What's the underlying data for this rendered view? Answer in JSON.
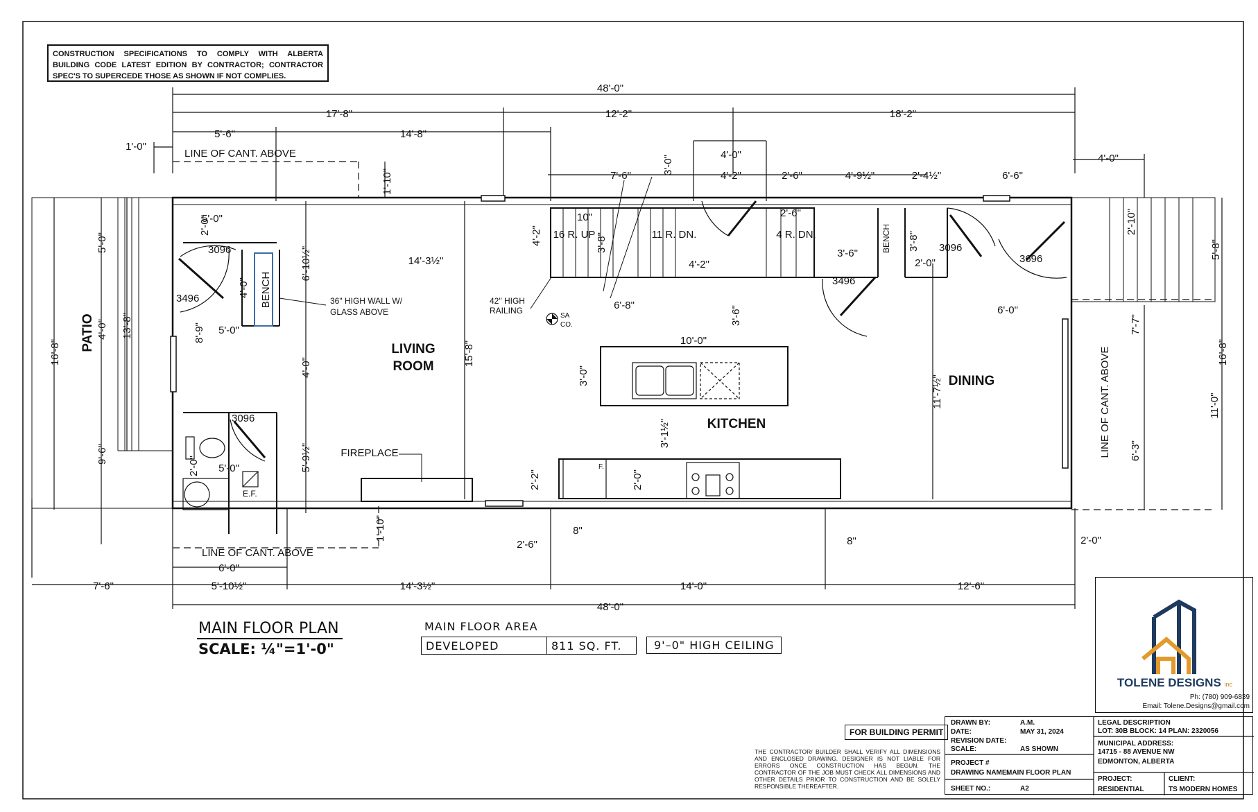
{
  "notes": {
    "specifications": "CONSTRUCTION SPECIFICATIONS TO COMPLY WITH ALBERTA BUILDING CODE LATEST EDITION BY CONTRACTOR; CONTRACTOR SPEC'S TO SUPERCEDE THOSE AS SHOWN IF NOT COMPLIES."
  },
  "dimensions": {
    "overall_top": "48'-0\"",
    "top_row_1": [
      "17'-8\"",
      "12'-2\"",
      "18'-2\""
    ],
    "top_row_2": [
      "5'-6\"",
      "14'-8\""
    ],
    "top_left": "1'-0\"",
    "cantilever_top": "1'-10\"",
    "stair_row": [
      "7'-6\"",
      "3'-0\"",
      "4'-2\"",
      "2'-6\"",
      "4'-9½\"",
      "2'-4½\""
    ],
    "top_right": [
      "4'-0\"",
      "4'-0\"",
      "6'-6\""
    ],
    "interior": [
      "5'-0\"",
      "2'-0\"",
      "6'-10½\"",
      "14'-3½\"",
      "4'-2\"",
      "10\"",
      "3'-8\"",
      "2'-6\"",
      "3'-6\"",
      "3'-8\"",
      "2'-0\"",
      "2'-10\"",
      "5'-8\"",
      "4'-0\"",
      "5'-0\"",
      "8'-9\"",
      "4'-0\"",
      "6'-8\"",
      "4'-2\"",
      "3'-6\"",
      "6'-0\"",
      "10'-0\"",
      "3'-0\"",
      "15'-8\"",
      "11'-7½\"",
      "3'-1½\"",
      "5'-9½\"",
      "5'-0\"",
      "2'-0\"",
      "2'-2\"",
      "2'-0\"",
      "7'-7\""
    ],
    "left_side": [
      "5'-0\"",
      "4'-0\"",
      "13'-8\"",
      "16'-8\"",
      "9'-6\""
    ],
    "right_side": [
      "16'-8\"",
      "11'-0\"",
      "6'-3\""
    ],
    "bottom_small": [
      "1'-10\"",
      "2'-6\"",
      "8\"",
      "8\"",
      "2'-0\""
    ],
    "bottom_row_1": [
      "6'-0\""
    ],
    "bottom_row_2": [
      "7'-6\"",
      "5'-10½\"",
      "14'-3½\"",
      "14'-0\"",
      "12'-6\""
    ],
    "overall_bottom": "48'-0\""
  },
  "labels": {
    "cantilever": "LINE OF CANT. ABOVE",
    "patio": "PATIO",
    "living_room_1": "LIVING",
    "living_room_2": "ROOM",
    "kitchen": "KITCHEN",
    "dining": "DINING",
    "bench": "BENCH",
    "fireplace": "FIREPLACE",
    "stairs_up": "16 R. UP",
    "stairs_down_11": "11 R. DN.",
    "stairs_down_4": "4 R. DN.",
    "wall_note": "36\" HIGH WALL W/ GLASS ABOVE",
    "wall_note_1": "36\" HIGH WALL W/",
    "wall_note_2": "GLASS ABOVE",
    "railing_1": "42\" HIGH",
    "railing_2": "RAILING",
    "sa_1": "SA",
    "sa_2": "CO.",
    "ef": "E.F.",
    "fridge": "F.",
    "doors": [
      "3096",
      "3496",
      "3096",
      "3496",
      "3096",
      "3696"
    ]
  },
  "plan_title": "MAIN FLOOR PLAN",
  "plan_scale": "SCALE: ¼\"=1'-0\"",
  "area": {
    "title": "MAIN FLOOR AREA",
    "label": "DEVELOPED",
    "value": "811 SQ. FT.",
    "ceiling": "9'–0\" HIGH CEILING"
  },
  "company": {
    "name": "TOLENE DESIGNS",
    "suffix": "inc",
    "phone": "Ph: (780) 909-6839",
    "email": "Email: Tolene.Designs@gmail.com",
    "colors": {
      "navy": "#1e3a5f",
      "orange": "#e39a2b"
    }
  },
  "permit": "FOR BUILDING PERMIT",
  "disclaimer": "THE CONTRACTOR/ BUILDER SHALL VERIFY ALL DIMENSIONS AND ENCLOSED DRAWING. DESIGNER IS NOT LIABLE FOR ERRORS ONCE CONSTRUCTION HAS BEGUN. THE CONTRACTOR OF THE JOB MUST CHECK ALL DIMENSIONS AND OTHER DETAILS PRIOR TO CONSTRUCTION AND BE SOLELY RESPONSIBLE THEREAFTER.",
  "title_block": {
    "drawn_by_label": "DRAWN BY:",
    "drawn_by": "A.M.",
    "date_label": "DATE:",
    "date": "MAY 31, 2024",
    "revision_label": "REVISION DATE:",
    "scale_label": "SCALE:",
    "scale": "AS SHOWN",
    "project_no_label": "PROJECT #",
    "drawing_name_label": "DRAWING NAME:",
    "drawing_name": "MAIN FLOOR PLAN",
    "sheet_label": "SHEET NO.:",
    "sheet": "A2",
    "legal_label": "LEGAL DESCRIPTION",
    "legal": "LOT: 30B BLOCK: 14   PLAN: 2320056",
    "address_label": "MUNICIPAL ADDRESS:",
    "address_1": "14715 - 88 AVENUE NW",
    "address_2": "EDMONTON, ALBERTA",
    "project_label": "PROJECT:",
    "project": "RESIDENTIAL",
    "client_label": "CLIENT:",
    "client": "TS MODERN HOMES"
  }
}
